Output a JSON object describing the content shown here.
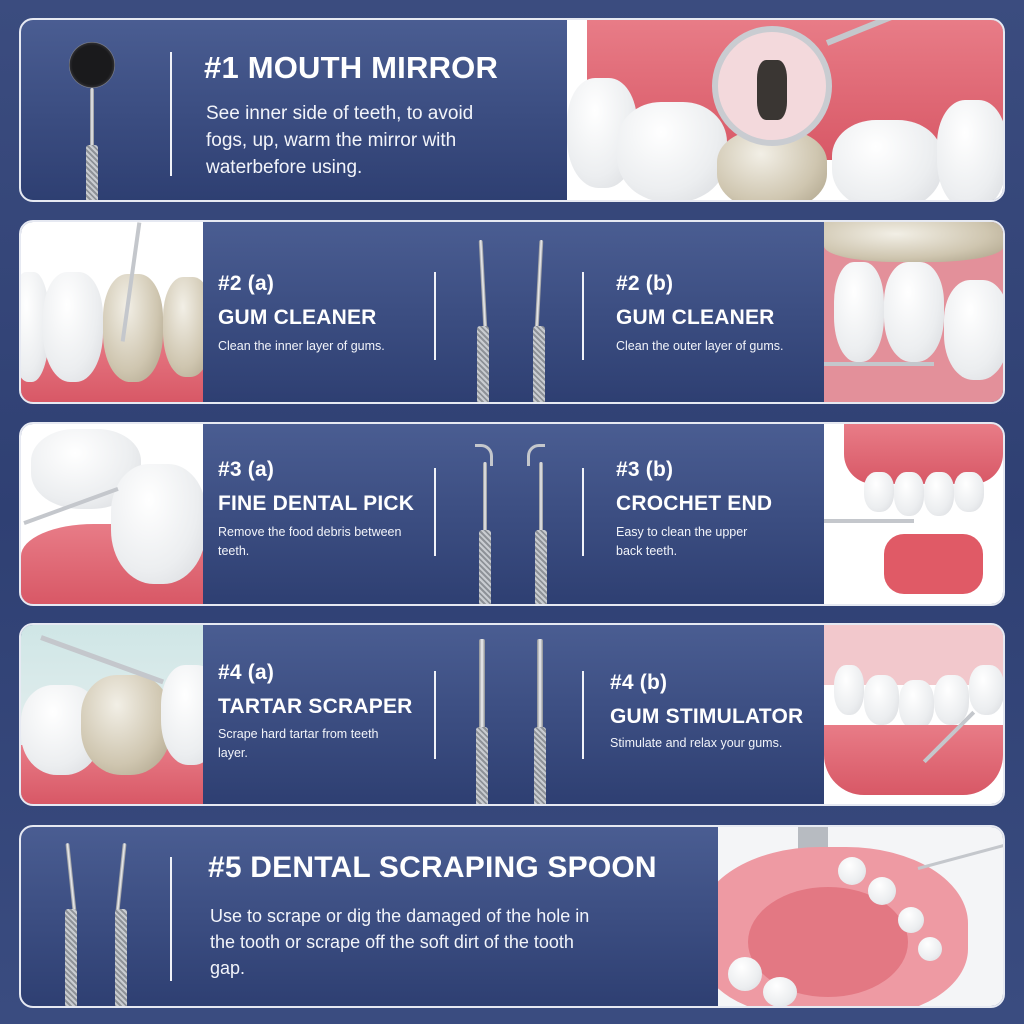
{
  "sections": [
    {
      "id": 1,
      "title": "#1 MOUTH MIRROR",
      "description_lines": [
        "See inner side of teeth, to avoid",
        "fogs, up, warm the mirror with",
        "waterbefore using."
      ],
      "image": "mouth-mirror-over-decayed-tooth-illustration",
      "tool_icon": "mouth-mirror-icon"
    },
    {
      "id": 2,
      "left": {
        "number": "#2 (a)",
        "title": "GUM CLEANER",
        "description_lines": [
          "Clean the inner layer of gums."
        ]
      },
      "right": {
        "number": "#2 (b)",
        "title": "GUM CLEANER",
        "description_lines": [
          "Clean the outer layer of gums."
        ]
      },
      "left_image": "inner-gum-cleaning-illustration",
      "right_image": "outer-gum-cleaning-illustration",
      "tool_icon": "gum-cleaner-icon"
    },
    {
      "id": 3,
      "left": {
        "number": "#3 (a)",
        "title": "FINE DENTAL PICK",
        "description_lines": [
          "Remove the food debris between",
          "teeth."
        ]
      },
      "right": {
        "number": "#3 (b)",
        "title": "CROCHET END",
        "description_lines": [
          "Easy to clean the upper",
          "back teeth."
        ]
      },
      "left_image": "dental-pick-between-molars-illustration",
      "right_image": "crochet-end-upper-teeth-illustration",
      "tool_icon": "dental-pick-icon"
    },
    {
      "id": 4,
      "left": {
        "number": "#4 (a)",
        "title": "TARTAR SCRAPER",
        "description_lines": [
          "Scrape hard tartar from teeth",
          "layer."
        ]
      },
      "right": {
        "number": "#4 (b)",
        "title": "GUM STIMULATOR",
        "description_lines": [
          "Stimulate and relax your gums."
        ]
      },
      "left_image": "tartar-scraping-illustration",
      "right_image": "gum-stimulating-illustration",
      "tool_icon": "tartar-scraper-icon"
    },
    {
      "id": 5,
      "title": "#5 DENTAL SCRAPING SPOON",
      "description_lines": [
        "Use to scrape or dig the damaged of the hole in",
        "the tooth or scrape off the soft dirt of the tooth",
        "gap."
      ],
      "image": "scraping-spoon-lower-jaw-model-illustration",
      "tool_icon": "scraping-spoon-icon"
    }
  ],
  "colors": {
    "background": "#34467a",
    "card_gradient_top": "#4a5d92",
    "card_gradient_bottom": "#2e3f72",
    "border": "#e6e9f2",
    "text": "#ffffff",
    "gum": "#e06c78"
  }
}
